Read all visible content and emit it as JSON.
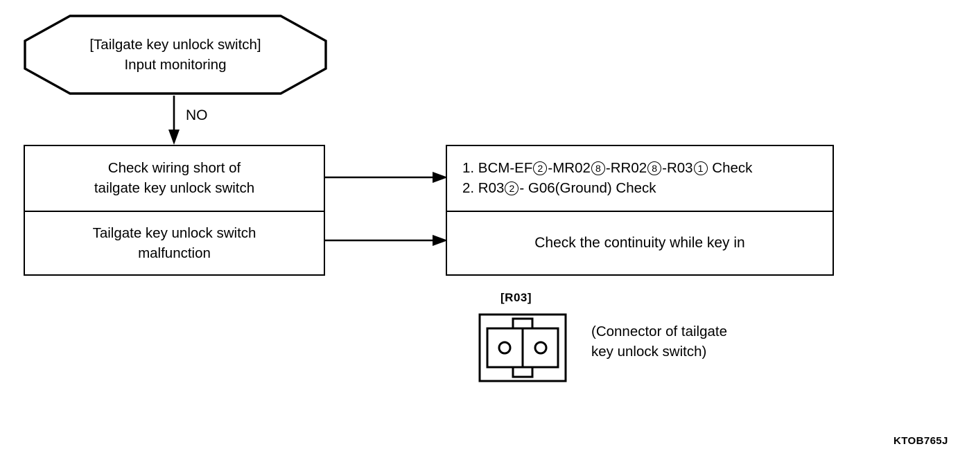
{
  "diagram": {
    "title_code": "KTOB765J",
    "start_node": {
      "line1": "[Tailgate key unlock switch]",
      "line2": "Input monitoring"
    },
    "decision_edge_label": "NO",
    "left_box": {
      "rows": [
        {
          "line1": "Check wiring short of",
          "line2": "tailgate key unlock switch"
        },
        {
          "line1": "Tailgate key unlock switch",
          "line2": "malfunction"
        }
      ]
    },
    "right_box": {
      "rows": [
        {
          "line1_prefix": "1. BCM-EF",
          "line1_c1": "2",
          "line1_seg1": "-MR02",
          "line1_c2": "8",
          "line1_seg2": "-RR02",
          "line1_c3": "8",
          "line1_seg3": "-R03",
          "line1_c4": "1",
          "line1_suffix": "Check",
          "line2_prefix": "2. R03",
          "line2_c1": "2",
          "line2_suffix": "- G06(Ground) Check"
        },
        {
          "line1": "Check the continuity while key in"
        }
      ]
    },
    "connector": {
      "label": "[R03]",
      "caption_line1": "(Connector of tailgate",
      "caption_line2": "key unlock switch)",
      "pin_count": 2
    }
  }
}
